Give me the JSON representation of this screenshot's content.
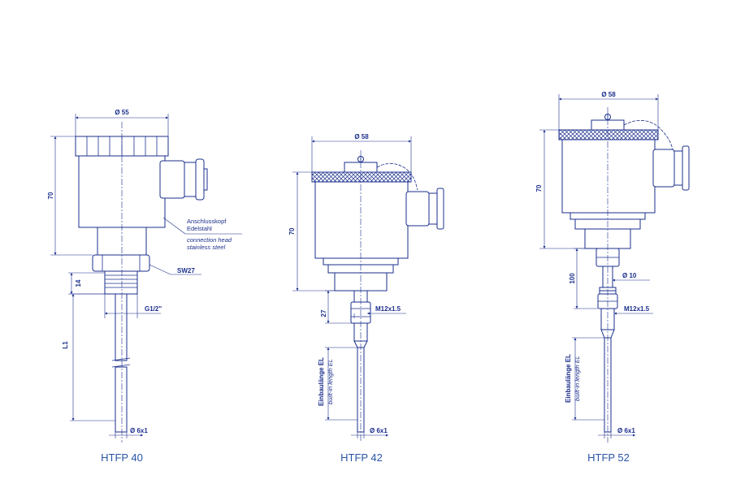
{
  "colors": {
    "line": "#1b2f8c",
    "caption": "#2b54a8"
  },
  "models": [
    {
      "caption": "HTFP 40",
      "dims": {
        "head_dia": "Ø 55",
        "height": "70",
        "thread_len": "14",
        "thread": "G1/2\"",
        "length": "L1",
        "tip": "Ø 6x1",
        "wrench": "SW27"
      },
      "notes": {
        "de1": "Anschlusskopf",
        "de2": "Edelstahl",
        "en1": "connection head",
        "en2": "stainless steel"
      }
    },
    {
      "caption": "HTFP 42",
      "dims": {
        "head_dia": "Ø 58",
        "height": "70",
        "neck": "27",
        "thread": "M12x1.5",
        "length": "Einbaulänge EL",
        "length_en": "built-in length EL",
        "tip": "Ø 6x1"
      }
    },
    {
      "caption": "HTFP 52",
      "dims": {
        "head_dia": "Ø 58",
        "height": "70",
        "neck": "100",
        "neck_dia": "Ø 10",
        "thread": "M12x1.5",
        "length": "Einbaulänge EL",
        "length_en": "built-in length EL",
        "tip": "Ø 6x1"
      }
    }
  ]
}
